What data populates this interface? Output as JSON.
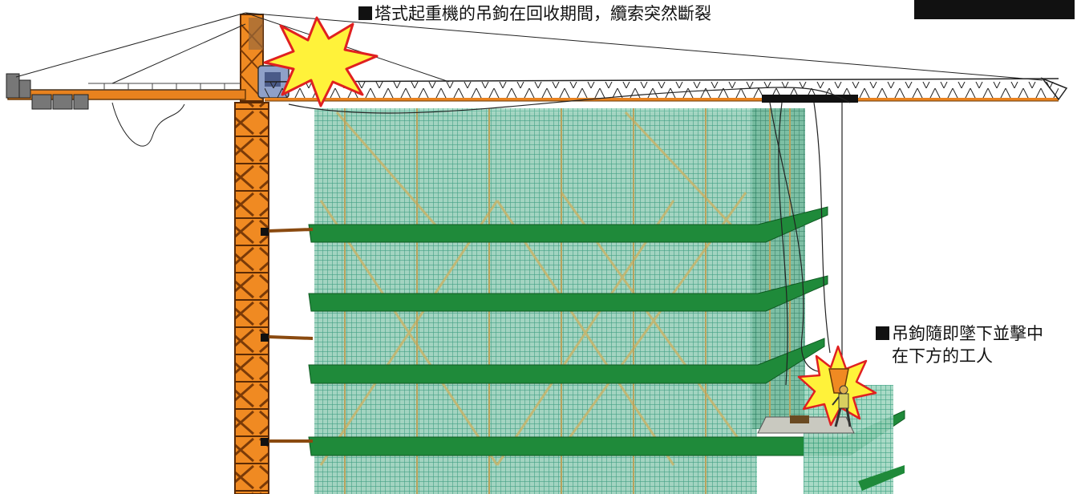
{
  "captions": {
    "top": "塔式起重機的吊鉤在回收期間，纜索突然斷裂",
    "right_line1": "吊鉤隨即墜下並擊中",
    "right_line2": "在下方的工人"
  },
  "corner_label": "",
  "icons": {
    "bullet": "black-square-bullet",
    "impact": "explosion-burst"
  },
  "colors": {
    "crane_orange": "#e8821e",
    "crane_dark": "#8a4a10",
    "net_green": "#3aa86a",
    "scaffold_tan": "#c9b46a",
    "platform_green": "#1f8a3a",
    "burst_yellow": "#fff23a",
    "burst_red": "#e02020",
    "building_grey": "#b8c4c4"
  }
}
